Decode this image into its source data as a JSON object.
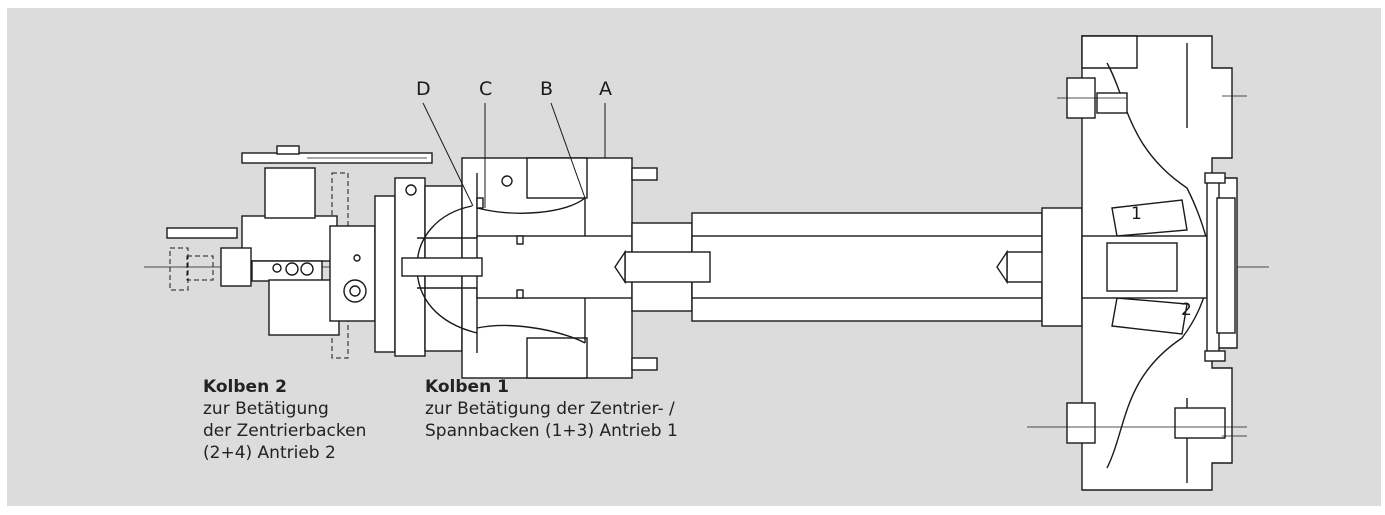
{
  "section_labels": {
    "d": "D",
    "c": "C",
    "b": "B",
    "a": "A"
  },
  "zone_numbers": {
    "one": "1",
    "two": "2"
  },
  "callouts": {
    "piston2": {
      "title": "Kolben 2",
      "lines": [
        "zur Betätigung",
        "der Zentrierbacken",
        "(2+4) Antrieb 2"
      ]
    },
    "piston1": {
      "title": "Kolben 1",
      "lines": [
        "zur Betätigung der Zentrier- /",
        "Spannbacken (1+3) Antrieb 1"
      ]
    }
  },
  "colors": {
    "background": "#dcdcdc",
    "drawing_fill": "#ffffff",
    "line": "#1a1a1a"
  }
}
